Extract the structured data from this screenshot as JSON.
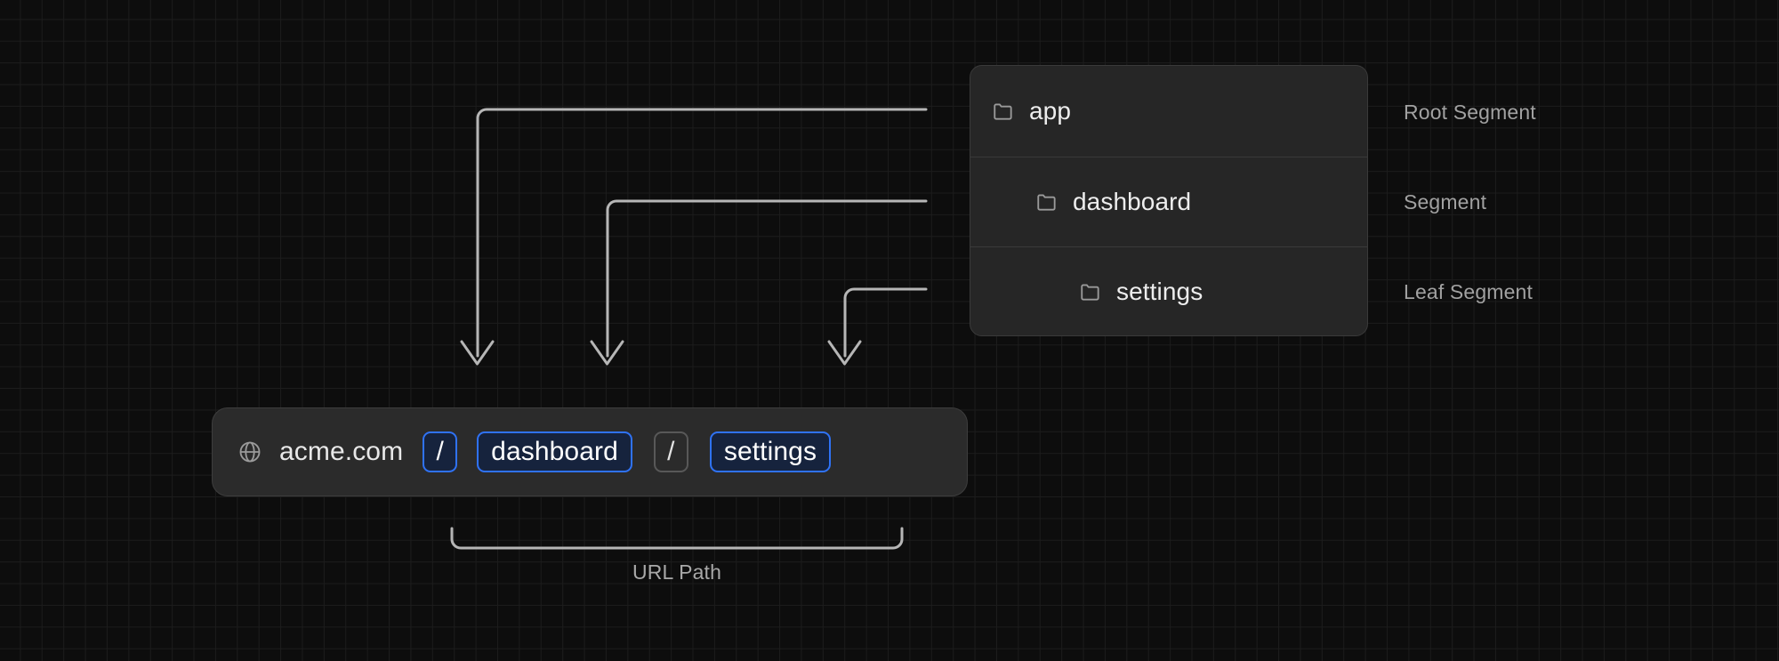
{
  "tree": {
    "rows": [
      {
        "label": "app",
        "icon": "folder-icon",
        "depth": 0
      },
      {
        "label": "dashboard",
        "icon": "folder-icon",
        "depth": 1
      },
      {
        "label": "settings",
        "icon": "folder-icon",
        "depth": 2
      }
    ]
  },
  "annotations": {
    "root": "Root Segment",
    "segment": "Segment",
    "leaf": "Leaf Segment"
  },
  "url_bar": {
    "icon": "globe-icon",
    "host": "acme.com",
    "separator_first": "/",
    "separator_second": "/",
    "segment_first": "dashboard",
    "segment_second": "settings"
  },
  "bracket": {
    "caption": "URL Path"
  },
  "colors": {
    "background": "#0d0d0d",
    "grid_line": "#1c1c1c",
    "card_surface": "#262626",
    "card_border": "#3a3a3a",
    "url_bar_surface": "#2b2b2b",
    "accent_blue": "#2f72f5",
    "pill_fill": "#16233d",
    "idle_border": "#585858",
    "connector": "#b6b6b6",
    "text_primary": "#ededed",
    "text_muted": "#a1a1a1"
  }
}
